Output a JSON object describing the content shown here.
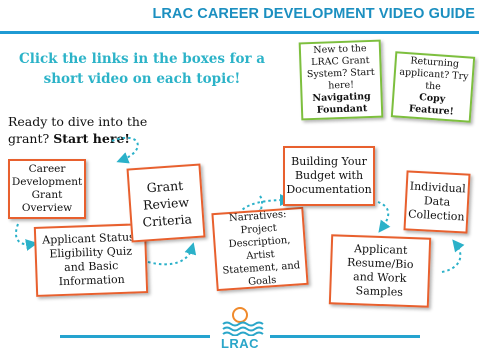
{
  "header": {
    "title": "LRAC CAREER DEVELOPMENT VIDEO GUIDE"
  },
  "instructions": "Click the links in the boxes for a short video on each topic!",
  "intro": {
    "text": "Ready to dive into the grant? ",
    "bold": "Start here!"
  },
  "new_user_box": {
    "text": "New to the LRAC Grant System? Start here!",
    "bold": "Navigating Foundant"
  },
  "returning_box": {
    "text": "Returning applicant? Try the",
    "bold": "Copy Feature!"
  },
  "steps": [
    {
      "label": "Career Development Grant Overview"
    },
    {
      "label": "Applicant Status, Eligibility Quiz and Basic Information"
    },
    {
      "label": "Grant Review Criteria"
    },
    {
      "label": "Narratives: Project Description, Artist Statement, and Goals"
    },
    {
      "label": "Building Your Budget with Documentation"
    },
    {
      "label": "Applicant Resume/Bio and Work Samples"
    },
    {
      "label": "Individual Data Collection"
    }
  ],
  "logo": {
    "text": "LRAC"
  },
  "colors": {
    "title": "#1b8fc0",
    "accent": "#2cb3c8",
    "orange": "#e8602e",
    "green": "#7dbf3e",
    "rule": "#1f9ad3"
  }
}
